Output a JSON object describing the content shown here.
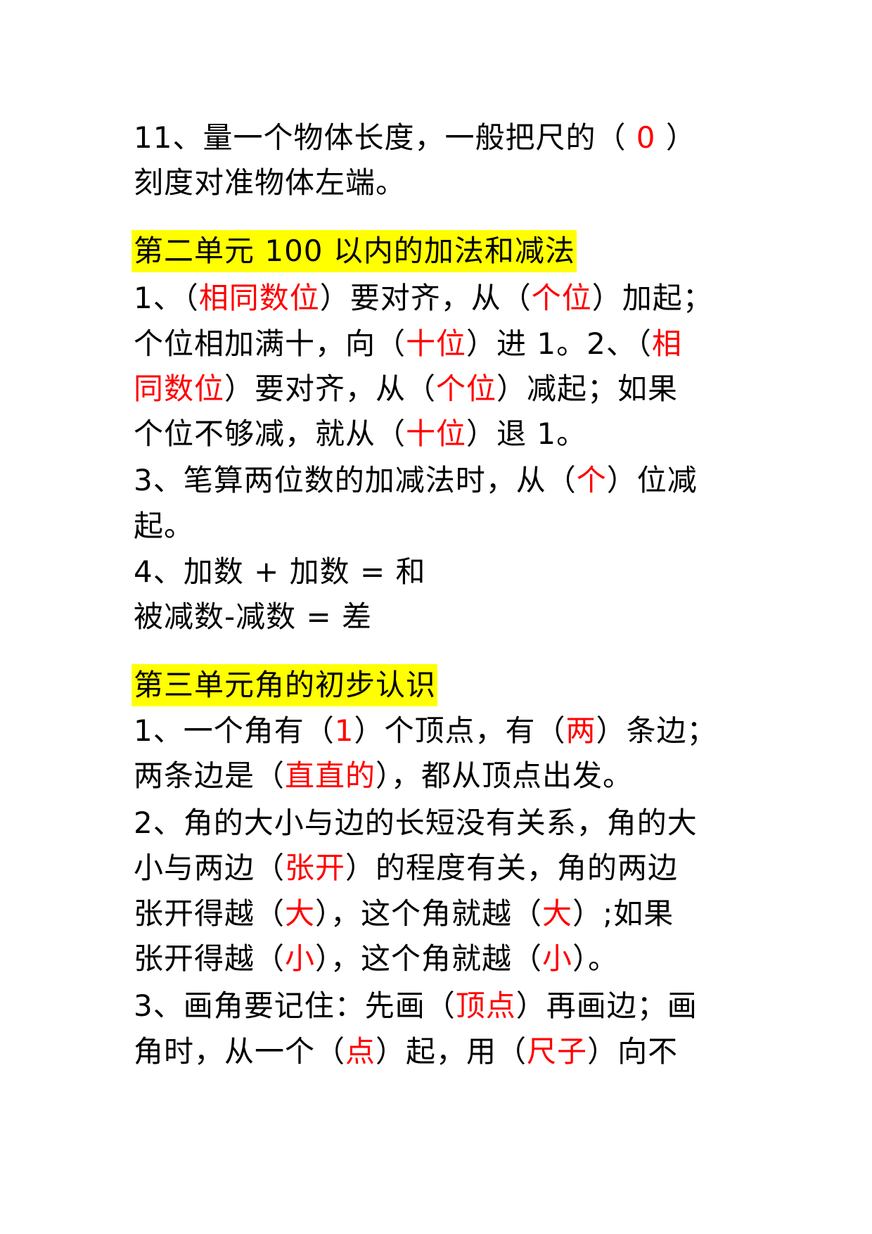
{
  "colors": {
    "text": "#000000",
    "answer": "#ff0000",
    "highlight": "#ffff00",
    "background": "#ffffff"
  },
  "unit1_tail": {
    "item11": {
      "line1_a": "11、量一个物体长度，一般把尺的（ ",
      "line1_ans": "0",
      "line1_b": " ）",
      "line2": "刻度对准物体左端。"
    }
  },
  "unit2": {
    "heading": "第二单元 100 以内的加法和减法",
    "lines": [
      {
        "a": "1、（",
        "ans1": "相同数位",
        "b": "）要对齐，从（",
        "ans2": "个位",
        "c": "）加起；"
      },
      {
        "a": "个位相加满十，向（",
        "ans1": "十位",
        "b": "）进 1。2、（",
        "ans2": "相",
        "c": ""
      },
      {
        "a": "",
        "ans1": "同数位",
        "b": "）要对齐，从（",
        "ans2": "个位",
        "c": "）减起；如果"
      },
      {
        "a": "个位不够减，就从（",
        "ans1": "十位",
        "b": "）退 1。"
      },
      {
        "a": "3、笔算两位数的加减法时，从（",
        "ans1": "个",
        "b": "）位减"
      },
      {
        "a": "起。"
      },
      {
        "a": "4、加数 + 加数 = 和"
      },
      {
        "a": "被减数-减数 = 差"
      }
    ]
  },
  "unit3": {
    "heading": "第三单元角的初步认识",
    "lines": [
      {
        "a": "1、一个角有（",
        "ans1": "1",
        "b": "）个顶点，有（",
        "ans2": "两",
        "c": "）条边；"
      },
      {
        "a": "两条边是（",
        "ans1": "直直的",
        "b": "），都从顶点出发。"
      },
      {
        "a": "2、角的大小与边的长短没有关系，角的大"
      },
      {
        "a": "小与两边（",
        "ans1": "张开",
        "b": "）的程度有关，角的两边"
      },
      {
        "a": "张开得越（",
        "ans1": "大",
        "b": "），这个角就越（",
        "ans2": "大",
        "c": "）;如果"
      },
      {
        "a": "张开得越（",
        "ans1": "小",
        "b": "），这个角就越（",
        "ans2": "小",
        "c": "）。"
      },
      {
        "a": "3、画角要记住：先画（",
        "ans1": "顶点",
        "b": "）再画边；画"
      },
      {
        "a": "角时，从一个（",
        "ans1": "点",
        "b": "）起，用（",
        "ans2": "尺子",
        "c": "）向不"
      }
    ]
  }
}
